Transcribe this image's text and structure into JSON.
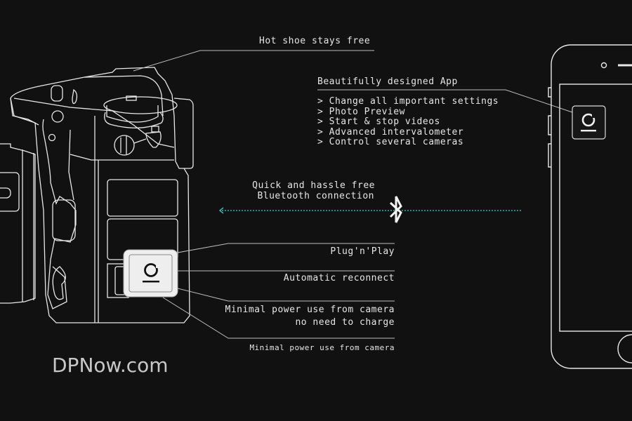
{
  "callouts": {
    "hot_shoe": "Hot shoe stays free",
    "app_title": "Beautifully designed App",
    "app_features": [
      "> Change all important settings",
      "> Photo Preview",
      "> Start & stop videos",
      "> Advanced intervalometer",
      "> Control several cameras"
    ],
    "bluetooth_line1": "Quick and hassle free",
    "bluetooth_line2": "Bluetooth connection",
    "plug_n_play": "Plug'n'Play",
    "auto_reconnect": "Automatic reconnect",
    "power_line1": "Minimal power use from camera",
    "power_line2": "no need to charge",
    "power_small": "Minimal power use from camera"
  },
  "watermark": "DPNow.com",
  "colors": {
    "background": "#111111",
    "line": "#e6e6e6",
    "bluetooth_link": "#3fd0cf"
  }
}
